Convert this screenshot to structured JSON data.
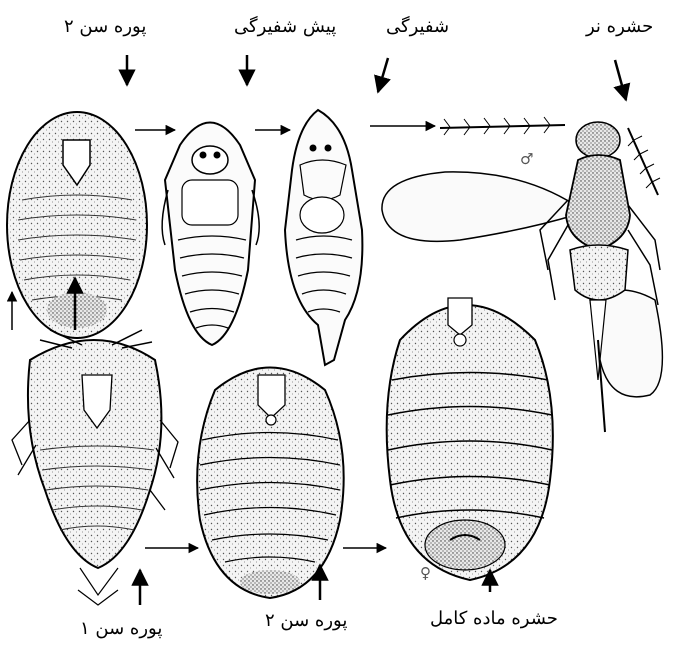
{
  "labels": {
    "nymph2_top": "پوره سن ۲",
    "prepupa": "پیش شفیرگی",
    "pupa": "شفیرگی",
    "male": "حشره نر",
    "nymph1": "پوره سن ۱",
    "nymph2_bottom": "پوره سن ۲",
    "adult_female": "حشره ماده کامل"
  },
  "symbols": {
    "male": "♂",
    "female": "♀"
  }
}
